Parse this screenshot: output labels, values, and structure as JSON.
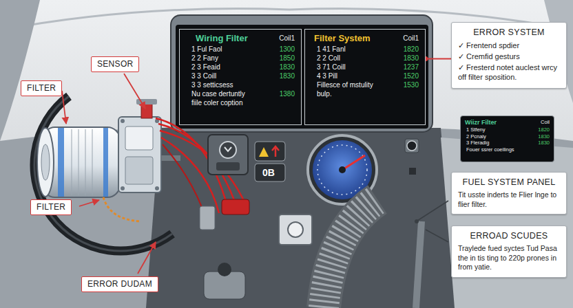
{
  "diagram": {
    "nodes": [
      {
        "text": [
          "Wiring Filter",
          "Coil1",
          "1 Ful Faol",
          "1300",
          "2 2 Fany",
          "1850",
          "2 3 Feaid",
          "1830",
          "3 3 Coill",
          "1830",
          "3 3 setticsess",
          "Nu case dertuntly",
          "1380",
          "fiile coler coption"
        ]
      },
      {
        "text": [
          "Filter System",
          "Coil1",
          "1 41 Fanl",
          "1820",
          "2 2 Coll",
          "1830",
          "3 71 Coill",
          "1237",
          "4 3 Pill",
          "1520",
          "Fillesce of mstulity",
          "1530",
          "bulp."
        ]
      },
      {
        "text": [
          "ERROR SYSTEM",
          "✓ Frentend spdier",
          "✓ Cremfid gesturs",
          "✓ Fresterd notet auclest wrcy off filter sposition."
        ]
      },
      {
        "text": [
          "SENSOR"
        ]
      },
      {
        "text": [
          "FILTER"
        ]
      },
      {
        "text": [
          "Wiizr Filter",
          "Coil",
          "1 Stfeny",
          "1820",
          "2 Pcnaiy",
          "1830",
          "3 Fleradig",
          "1830",
          "Fouer ssrer coeilings"
        ]
      },
      {
        "text": [
          "FUEL SYSTEM PANEL",
          "Tit usste inderts te Flier lnge to flier filter."
        ]
      },
      {
        "text": [
          "FILTER"
        ]
      },
      {
        "text": [
          "ERROAD SCUDES",
          "Traylede fued syctes Tud Pasa the in tis ting to 220p prones in from yatie."
        ]
      },
      {
        "text": [
          "ERROR DUDAM"
        ]
      }
    ],
    "edges": [
      {
        "from": 2,
        "to": 1,
        "arrow": "none"
      }
    ],
    "labels": [
      "0B"
    ]
  }
}
